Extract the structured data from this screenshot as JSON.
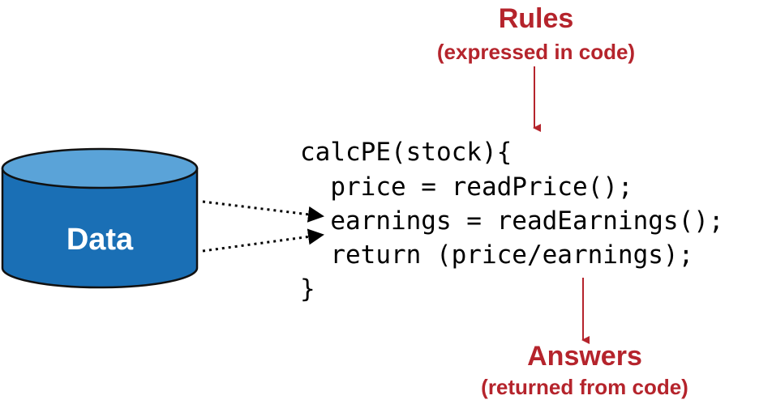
{
  "colors": {
    "accent": "#b5242c",
    "db_fill": "#1a6fb5",
    "db_top": "#5aa3d8",
    "db_stroke": "#111111"
  },
  "rules": {
    "title": "Rules",
    "subtitle": "(expressed in code)"
  },
  "answers": {
    "title": "Answers",
    "subtitle": "(returned from code)"
  },
  "database": {
    "label": "Data"
  },
  "code": {
    "lines": [
      "calcPE(stock){",
      "  price = readPrice();",
      "  earnings = readEarnings();",
      "  return (price/earnings);",
      "}"
    ]
  }
}
